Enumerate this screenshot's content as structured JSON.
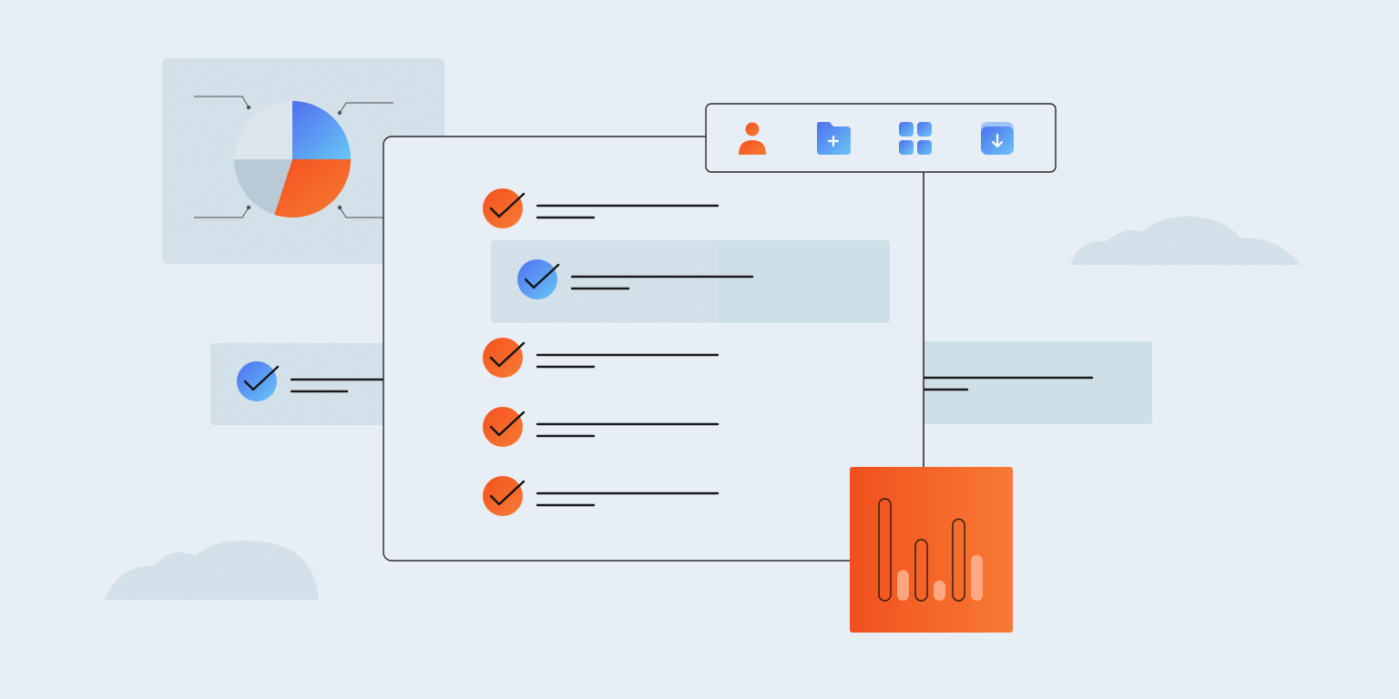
{
  "colors": {
    "background": "#e8eef5",
    "panel": "#cfdfe8",
    "accent_orange": "#f26a2e",
    "accent_blue": "#4d86f0",
    "light_blue": "#6cc3f5",
    "line": "#1a1a1a"
  },
  "icons": {
    "toolbar": [
      "user-icon",
      "folder-add-icon",
      "grid-icon",
      "download-icon"
    ],
    "check": "check-icon"
  },
  "chart_data": {
    "type": "pie",
    "values": [
      25,
      30,
      20,
      25
    ],
    "colors": [
      "#4d86f0",
      "#f26a2e",
      "#b9c9d6",
      "#dbe5ee"
    ]
  },
  "task_list": {
    "items": [
      {
        "status": "done",
        "color": "orange",
        "highlighted": false
      },
      {
        "status": "done",
        "color": "blue",
        "highlighted": true
      },
      {
        "status": "done",
        "color": "orange",
        "highlighted": false
      },
      {
        "status": "done",
        "color": "orange",
        "highlighted": false
      },
      {
        "status": "done",
        "color": "orange",
        "highlighted": false
      }
    ]
  },
  "analytics_card": {
    "bars": [
      {
        "outline": 1.0,
        "fill": 0.3
      },
      {
        "outline": 0.6,
        "fill": 0.2
      },
      {
        "outline": 0.8,
        "fill": 0.45
      }
    ]
  }
}
